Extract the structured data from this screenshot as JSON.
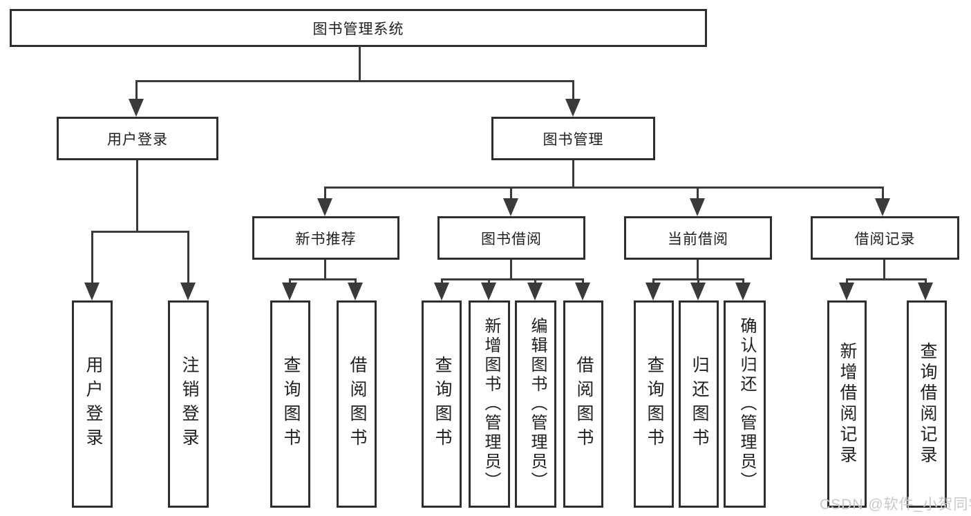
{
  "diagram": {
    "tree": {
      "label": "图书管理系统",
      "children": [
        {
          "label": "用户登录",
          "children": [
            {
              "label": "用户登录"
            },
            {
              "label": "注销登录"
            }
          ]
        },
        {
          "label": "图书管理",
          "children": [
            {
              "label": "新书推荐",
              "children": [
                {
                  "label": "查询图书"
                },
                {
                  "label": "借阅图书"
                }
              ]
            },
            {
              "label": "图书借阅",
              "children": [
                {
                  "label": "查询图书"
                },
                {
                  "label": "新增图书（管理员）"
                },
                {
                  "label": "编辑图书（管理员）"
                },
                {
                  "label": "借阅图书"
                }
              ]
            },
            {
              "label": "当前借阅",
              "children": [
                {
                  "label": "查询图书"
                },
                {
                  "label": "归还图书"
                },
                {
                  "label": "确认归还（管理员）"
                }
              ]
            },
            {
              "label": "借阅记录",
              "children": [
                {
                  "label": "新增借阅记录"
                },
                {
                  "label": "查询借阅记录"
                }
              ]
            }
          ]
        }
      ]
    },
    "watermark": {
      "text": "CSDN @软件_小贺同学"
    },
    "colors": {
      "line": "#3a3a3a",
      "box_border": "#2e2e2e",
      "text": "#1f1f1f",
      "watermark": "#c9c9c9",
      "background": "#ffffff"
    }
  }
}
